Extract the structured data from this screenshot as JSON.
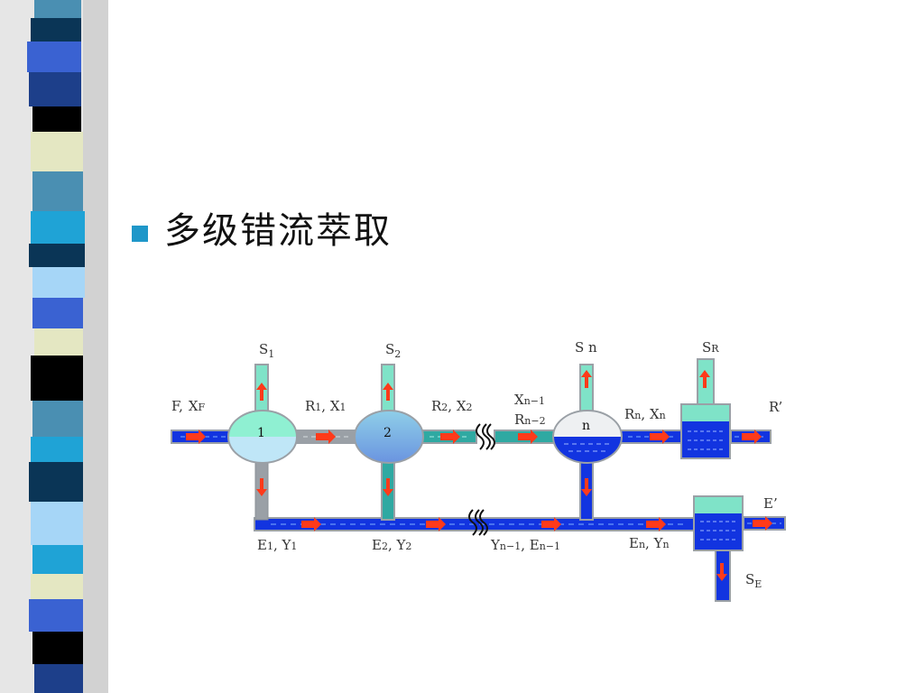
{
  "slide": {
    "title": "多级错流萃取",
    "colors": {
      "bullet": "#1f97c9",
      "pipe_blue": "#1234e0",
      "pipe_teal": "#2fa9a2",
      "pipe_gray": "#9aa0a6",
      "arrow": "#ff3a1a",
      "solvent_green": "#7fe3c8"
    }
  },
  "diagram": {
    "solvent_inlets": {
      "s1": "S",
      "s1_sub": "1",
      "s2": "S",
      "s2_sub": "2",
      "sn": "S n",
      "sr": "S",
      "sr_sub": "R",
      "se": "S",
      "se_sub": "E"
    },
    "feed": {
      "name": "F,",
      "var": "X",
      "sub": "F"
    },
    "stages": [
      "1",
      "2",
      "n"
    ],
    "raffinate_labels": [
      {
        "a": "R",
        "a_sub": "1",
        "b": "X",
        "b_sub": "1"
      },
      {
        "a": "R",
        "a_sub": "2",
        "b": "X",
        "b_sub": "2"
      },
      {
        "a": "R",
        "a_sub": "n",
        "b": "X",
        "b_sub": "n"
      }
    ],
    "mid_labels": {
      "x": "X",
      "x_sub": "n−1",
      "r": "R",
      "r_sub": "n−2"
    },
    "r_out": "R’",
    "e_out": "E’",
    "extract_labels": [
      {
        "a": "E",
        "a_sub": "1",
        "b": "Y",
        "b_sub": "1"
      },
      {
        "a": "E",
        "a_sub": "2",
        "b": "Y",
        "b_sub": "2"
      },
      {
        "a": "Y",
        "a_sub": "n−1",
        "b": "E",
        "b_sub": "n−1"
      },
      {
        "a": "E",
        "a_sub": "n",
        "b": "Y",
        "b_sub": "n"
      }
    ]
  }
}
